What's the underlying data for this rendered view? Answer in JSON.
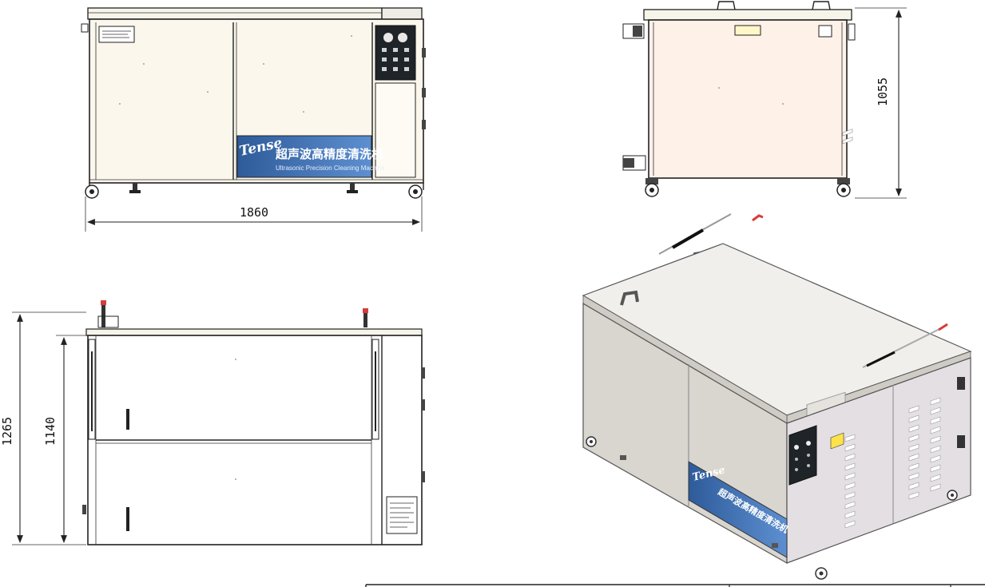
{
  "drawing": {
    "front_view": {
      "width_dim": "1860"
    },
    "side_view": {
      "height_dim": "1055"
    },
    "top_view": {
      "depth_outer_dim": "1265",
      "depth_inner_dim": "1140"
    }
  },
  "nameplate": {
    "brand": "Tense",
    "title_cn": "超声波高精度清洗机",
    "subtitle_en": "Ultrasonic Precision Cleaning Machine"
  },
  "colors": {
    "front_panel": "#fbf7ec",
    "side_panel": "#fdf1e8",
    "iso_body": "#d9d5cf",
    "iso_lid": "#f1efec",
    "plate_blue": "#3f6fb2",
    "control_panel": "#1f2429",
    "handle_red": "#d83b3b"
  }
}
